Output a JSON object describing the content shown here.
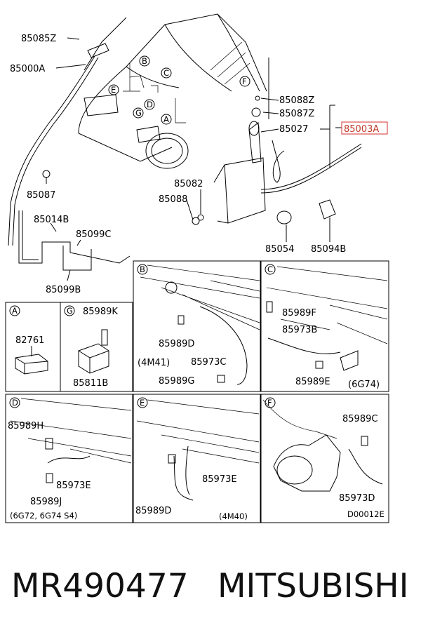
{
  "labels": {
    "85085Z": "85085Z",
    "85000A": "85000A",
    "85087": "85087",
    "85014B": "85014B",
    "85099C": "85099C",
    "85099B": "85099B",
    "B": "B",
    "C": "C",
    "D": "D",
    "E": "E",
    "G": "G",
    "A": "A",
    "F": "F",
    "85088Z": "85088Z",
    "85087Z": "85087Z",
    "85027": "85027",
    "85003A": "85003A",
    "85082": "85082",
    "85088": "85088",
    "85054": "85054",
    "85094B": "85094B"
  },
  "panels": {
    "A": {
      "letter": "A",
      "part": "82761"
    },
    "G": {
      "letter": "G",
      "top": "85989K",
      "bottom": "85811B"
    },
    "B": {
      "letter": "B",
      "bolt": "85989D",
      "note": "(4M41)",
      "harness": "85973C",
      "bolt2": "85989G"
    },
    "C": {
      "letter": "C",
      "bolt": "85989F",
      "harness": "85973B",
      "bolt2": "85989E",
      "note": "(6G74)"
    },
    "D": {
      "letter": "D",
      "bolt": "85989H",
      "harness": "85973E",
      "bolt2": "85989J",
      "note": "(6G72, 6G74 S4)"
    },
    "E": {
      "letter": "E",
      "harness": "85973E",
      "bolt": "85989D",
      "note": "(4M40)"
    },
    "F": {
      "letter": "F",
      "bolt": "85989C",
      "harness": "85973D"
    }
  },
  "diagram_code": "D00012E",
  "footer": {
    "part_number": "MR490477",
    "brand": "MITSUBISHI"
  },
  "colors": {
    "highlight": "#e05050"
  }
}
